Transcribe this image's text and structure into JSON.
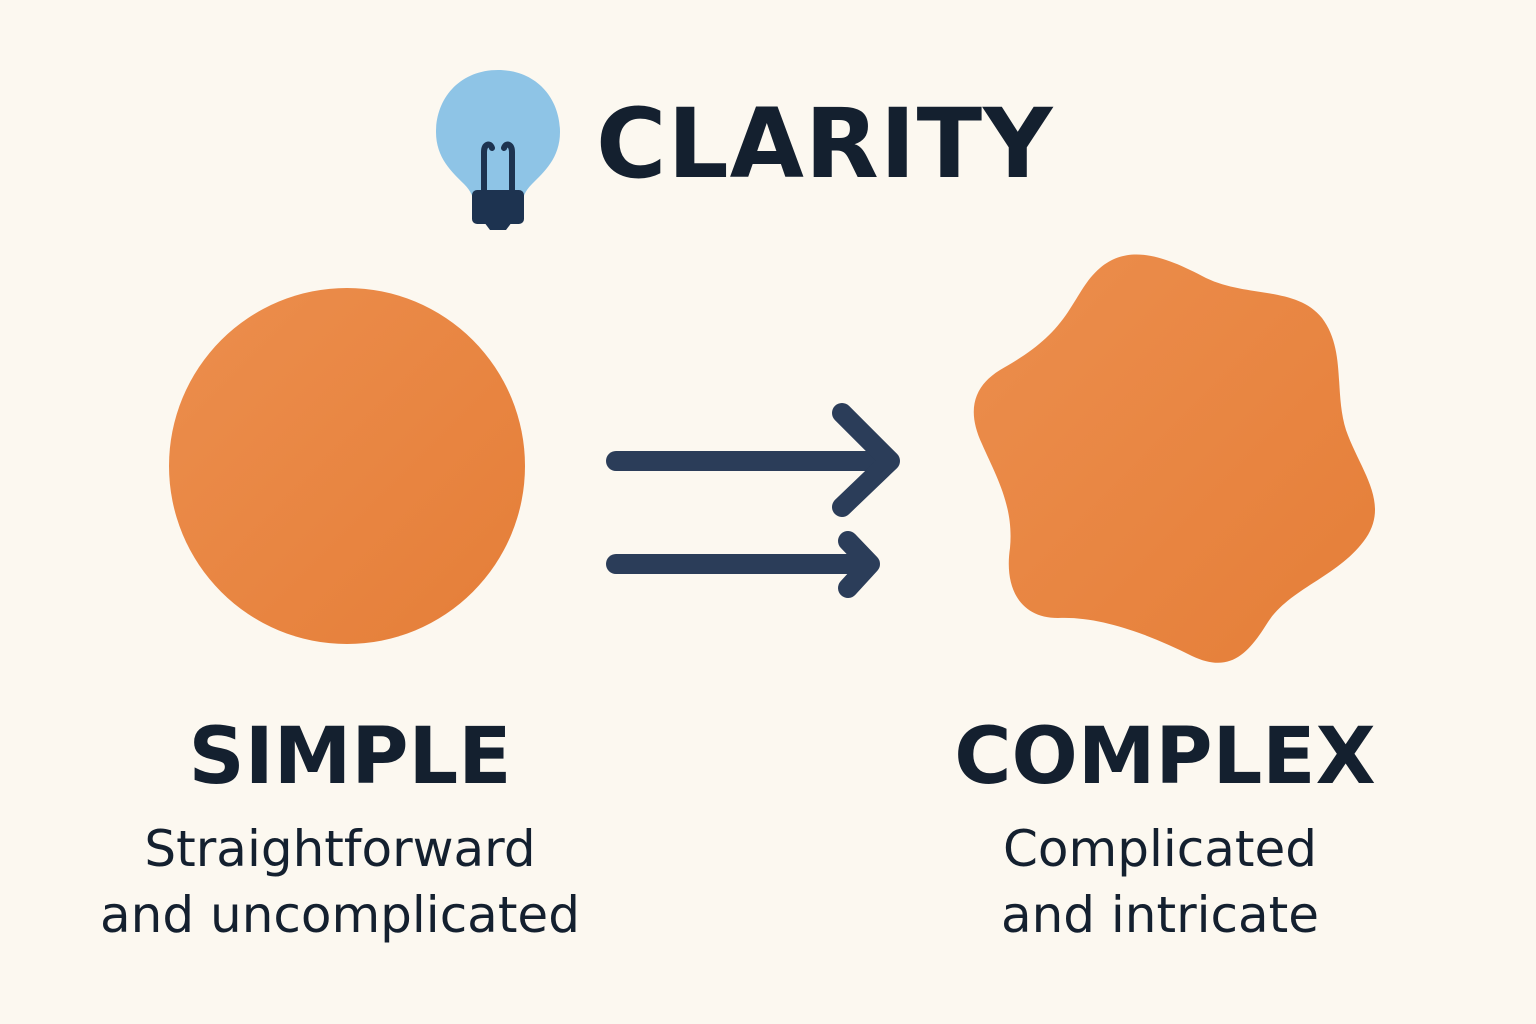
{
  "title": "CLARITY",
  "icons": {
    "title_icon": "lightbulb-icon"
  },
  "left": {
    "label": "SIMPLE",
    "description_line1": "Straightforward",
    "description_line2": "and uncomplicated",
    "shape": "circle"
  },
  "right": {
    "label": "COMPLEX",
    "description_line1": "Complicated",
    "description_line2": "and intricate",
    "shape": "wavy-star"
  },
  "colors": {
    "background": "#fcf8f0",
    "shape_fill": "#e8843f",
    "text": "#14202f",
    "arrow": "#2b3d59",
    "bulb_glass": "#8ec4e6",
    "bulb_base": "#1d3350"
  }
}
